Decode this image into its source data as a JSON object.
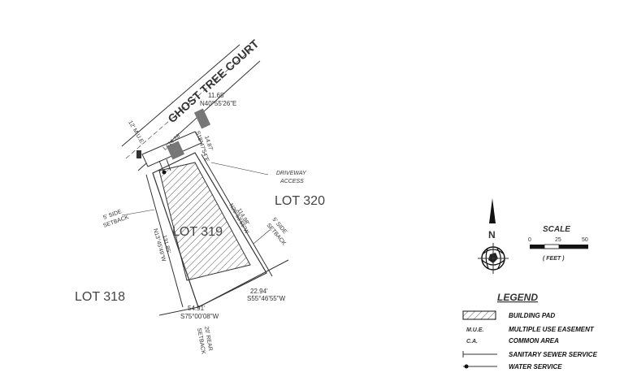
{
  "street": "GHOST TREE COURT",
  "lots": {
    "lot_319": "LOT 319",
    "lot_320": "LOT 320",
    "lot_318": "LOT 318"
  },
  "bearings": {
    "top_dist": "11.68'",
    "top_bearing": "N40°55'26\"E",
    "arc_label": "L=14.26'",
    "right_short_dist": "14.87'",
    "right_short_bearing": "S18°47'54\"E",
    "right_dist": "114.98'",
    "right_bearing": "N26°53'55\"W",
    "left_dist": "131.85'",
    "left_bearing": "N13°45'49\"W",
    "bottom_left_dist": "54.91'",
    "bottom_left_bearing": "S75°00'08\"W",
    "bottom_right_dist": "22.94'",
    "bottom_right_bearing": "S55°46'55\"W"
  },
  "callouts": {
    "mue_12": "12' M.U.E.",
    "driveway_1": "DRIVEWAY",
    "driveway_2": "ACCESS",
    "left_setback_1": "5' SIDE",
    "left_setback_2": "SETBACK",
    "right_setback_1": "5' SIDE",
    "right_setback_2": "SETBACK",
    "rear_setback_1": "20' REAR",
    "rear_setback_2": "SETBACK"
  },
  "north": "N",
  "scale": {
    "title": "SCALE",
    "ticks": [
      "0",
      "25",
      "50"
    ],
    "unit": "( FEET )"
  },
  "legend": {
    "title": "LEGEND",
    "items": [
      {
        "symbol": "BUILDING PAD",
        "label": "BUILDING PAD",
        "key": ""
      },
      {
        "symbol": "M.U.E.",
        "label": "MULTIPLE USE EASEMENT",
        "key": "M.U.E."
      },
      {
        "symbol": "C.A.",
        "label": "COMMON AREA",
        "key": "C.A."
      },
      {
        "symbol": "sewer",
        "label": "SANITARY SEWER SERVICE",
        "key": ""
      },
      {
        "symbol": "water",
        "label": "WATER SERVICE",
        "key": ""
      }
    ]
  }
}
